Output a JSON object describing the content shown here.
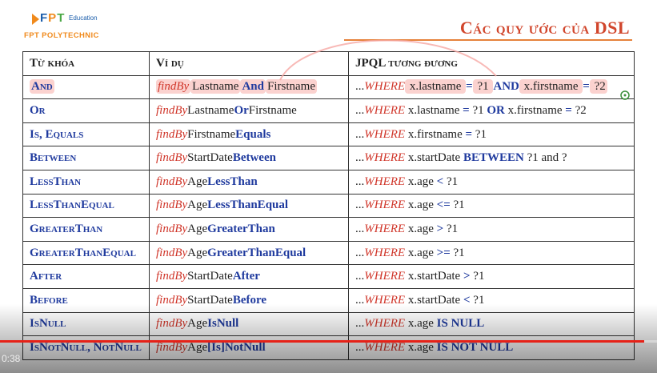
{
  "logo": {
    "fpt": "FPT",
    "education": "Education",
    "polytechnic": "FPT POLYTECHNIC"
  },
  "title": "Các quy ước của DSL",
  "table": {
    "headers": [
      "Từ khóa",
      "Ví dụ",
      "JPQL tương đương"
    ],
    "rows": [
      {
        "keyword": "And",
        "example": [
          [
            "fb",
            "findBy"
          ],
          [
            "pl",
            "Lastname"
          ],
          [
            "bl",
            "And"
          ],
          [
            "pl",
            "Firstname"
          ]
        ],
        "jpql": [
          [
            "pl",
            "..."
          ],
          [
            "wh",
            "WHERE"
          ],
          [
            "pl",
            " x.lastname "
          ],
          [
            "bl",
            "="
          ],
          [
            "pl",
            " ?1 "
          ],
          [
            "bl",
            "AND"
          ],
          [
            "pl",
            " x.firstname "
          ],
          [
            "bl",
            "="
          ],
          [
            "pl",
            " ?2"
          ]
        ]
      },
      {
        "keyword": "Or",
        "example": [
          [
            "fb",
            "findBy"
          ],
          [
            "pl",
            "Lastname"
          ],
          [
            "bl",
            "Or"
          ],
          [
            "pl",
            "Firstname"
          ]
        ],
        "jpql": [
          [
            "pl",
            "..."
          ],
          [
            "wh",
            "WHERE"
          ],
          [
            "pl",
            " x.lastname "
          ],
          [
            "bl",
            "="
          ],
          [
            "pl",
            " ?1 "
          ],
          [
            "bl",
            "OR"
          ],
          [
            "pl",
            " x.firstname "
          ],
          [
            "bl",
            "="
          ],
          [
            "pl",
            " ?2"
          ]
        ]
      },
      {
        "keyword": "Is, Equals",
        "example": [
          [
            "fb",
            "findBy"
          ],
          [
            "pl",
            "Firstname"
          ],
          [
            "bl",
            "Equals"
          ]
        ],
        "jpql": [
          [
            "pl",
            "..."
          ],
          [
            "wh",
            "WHERE"
          ],
          [
            "pl",
            " x.firstname "
          ],
          [
            "bl",
            "="
          ],
          [
            "pl",
            " ?1"
          ]
        ]
      },
      {
        "keyword": "Between",
        "example": [
          [
            "fb",
            "findBy"
          ],
          [
            "pl",
            "StartDate"
          ],
          [
            "bl",
            "Between"
          ]
        ],
        "jpql": [
          [
            "pl",
            "..."
          ],
          [
            "wh",
            "WHERE"
          ],
          [
            "pl",
            " x.startDate "
          ],
          [
            "bl",
            "BETWEEN"
          ],
          [
            "pl",
            " ?1 and ?"
          ]
        ]
      },
      {
        "keyword": "LessThan",
        "example": [
          [
            "fb",
            "findBy"
          ],
          [
            "pl",
            "Age"
          ],
          [
            "bl",
            "LessThan"
          ]
        ],
        "jpql": [
          [
            "pl",
            "..."
          ],
          [
            "wh",
            "WHERE"
          ],
          [
            "pl",
            " x.age "
          ],
          [
            "bl",
            "<"
          ],
          [
            "pl",
            " ?1"
          ]
        ]
      },
      {
        "keyword": "LessThanEqual",
        "example": [
          [
            "fb",
            "findBy"
          ],
          [
            "pl",
            "Age"
          ],
          [
            "bl",
            "LessThanEqual"
          ]
        ],
        "jpql": [
          [
            "pl",
            "..."
          ],
          [
            "wh",
            "WHERE"
          ],
          [
            "pl",
            " x.age "
          ],
          [
            "bl",
            "<="
          ],
          [
            "pl",
            " ?1"
          ]
        ]
      },
      {
        "keyword": "GreaterThan",
        "example": [
          [
            "fb",
            "findBy"
          ],
          [
            "pl",
            "Age"
          ],
          [
            "bl",
            "GreaterThan"
          ]
        ],
        "jpql": [
          [
            "pl",
            "..."
          ],
          [
            "wh",
            "WHERE"
          ],
          [
            "pl",
            " x.age "
          ],
          [
            "bl",
            ">"
          ],
          [
            "pl",
            " ?1"
          ]
        ]
      },
      {
        "keyword": "GreaterThanEqual",
        "example": [
          [
            "fb",
            "findBy"
          ],
          [
            "pl",
            "Age"
          ],
          [
            "bl",
            "GreaterThanEqual"
          ]
        ],
        "jpql": [
          [
            "pl",
            "..."
          ],
          [
            "wh",
            "WHERE"
          ],
          [
            "pl",
            " x.age "
          ],
          [
            "bl",
            ">="
          ],
          [
            "pl",
            " ?1"
          ]
        ]
      },
      {
        "keyword": "After",
        "example": [
          [
            "fb",
            "findBy"
          ],
          [
            "pl",
            "StartDate"
          ],
          [
            "bl",
            "After"
          ]
        ],
        "jpql": [
          [
            "pl",
            "..."
          ],
          [
            "wh",
            "WHERE"
          ],
          [
            "pl",
            " x.startDate "
          ],
          [
            "bl",
            ">"
          ],
          [
            "pl",
            " ?1"
          ]
        ]
      },
      {
        "keyword": "Before",
        "example": [
          [
            "fb",
            "findBy"
          ],
          [
            "pl",
            "StartDate"
          ],
          [
            "bl",
            "Before"
          ]
        ],
        "jpql": [
          [
            "pl",
            "..."
          ],
          [
            "wh",
            "WHERE"
          ],
          [
            "pl",
            " x.startDate "
          ],
          [
            "bl",
            "<"
          ],
          [
            "pl",
            " ?1"
          ]
        ]
      },
      {
        "keyword": "IsNull",
        "example": [
          [
            "fb",
            "findBy"
          ],
          [
            "pl",
            "Age"
          ],
          [
            "bl",
            "IsNull"
          ]
        ],
        "jpql": [
          [
            "pl",
            "..."
          ],
          [
            "wh",
            "WHERE"
          ],
          [
            "pl",
            " x.age "
          ],
          [
            "bl",
            "IS NULL"
          ]
        ]
      },
      {
        "keyword": "IsNotNull, NotNull",
        "example": [
          [
            "fb",
            "findBy"
          ],
          [
            "pl",
            "Age"
          ],
          [
            "bl",
            "[Is]NotNull"
          ]
        ],
        "jpql": [
          [
            "pl",
            "..."
          ],
          [
            "wh",
            "WHERE"
          ],
          [
            "pl",
            " x.age "
          ],
          [
            "bl",
            "IS NOT NULL"
          ]
        ]
      }
    ]
  },
  "video": {
    "time": "0:38",
    "progress_fraction": 0.98
  },
  "colors": {
    "title": "#d1462c",
    "keyword": "#1f3a9e",
    "findBy": "#d0362a",
    "highlight": "#fbd2cf",
    "progress": "#e62117"
  },
  "icons": {
    "cursor": "pointer-cursor-icon"
  }
}
